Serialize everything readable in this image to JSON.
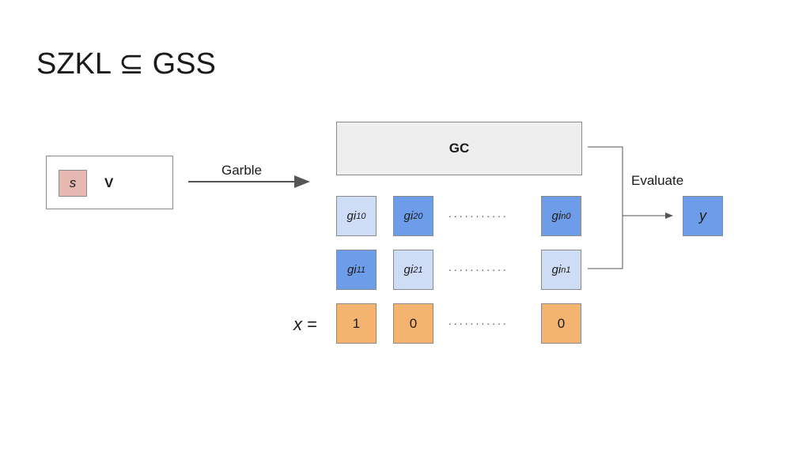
{
  "title": "SZKL ⊆ GSS",
  "verifier": {
    "secret_label": "s",
    "label": "V"
  },
  "garble_label": "Garble",
  "gc_label": "GC",
  "evaluate_label": "Evaluate",
  "output_label": "y",
  "input_label": {
    "var": "x",
    "eq": "="
  },
  "dots": "...........",
  "row0": [
    {
      "base": "gi",
      "sub": "10"
    },
    {
      "base": "gi",
      "sub": "20"
    },
    {
      "base": "gi",
      "sub": "n0"
    }
  ],
  "row1": [
    {
      "base": "gi",
      "sub": "11"
    },
    {
      "base": "gi",
      "sub": "21"
    },
    {
      "base": "gi",
      "sub": "n1"
    }
  ],
  "inputs": [
    "1",
    "0",
    "0"
  ],
  "colors": {
    "selected_label": "#6d9de8",
    "unselected_label": "#cfdcf6",
    "input_bit": "#f4b36f",
    "secret": "#e6b8b0",
    "gc": "#eeeeee"
  }
}
